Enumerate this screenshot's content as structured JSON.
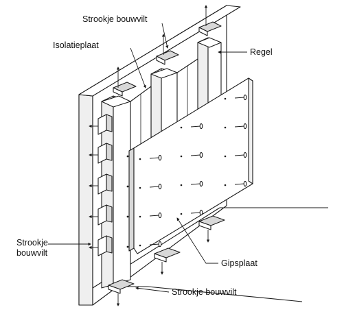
{
  "labels": {
    "strip_top": "Strookje bouwvilt",
    "insulation": "Isolatieplaat",
    "batten": "Regel",
    "strip_left_line1": "Strookje",
    "strip_left_line2": "bouwvilt",
    "gypsum": "Gipsplaat",
    "strip_bottom": "Strookje bouwvilt"
  },
  "colors": {
    "line": "#1a1a1a",
    "background": "#ffffff",
    "surface_light": "#efefef",
    "surface_dark": "#d8d8d8"
  }
}
